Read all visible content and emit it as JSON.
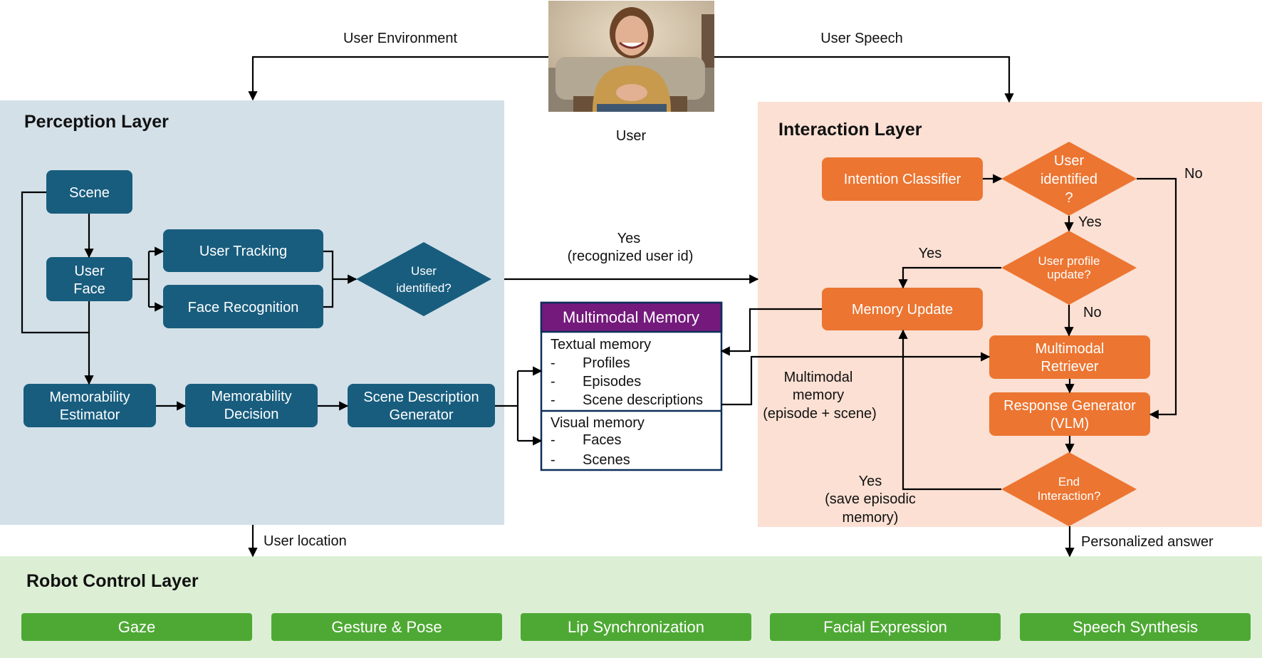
{
  "colors": {
    "perception_bg": "#d3e0e8",
    "interaction_bg": "#fbe0d3",
    "robot_bg": "#dcefd5",
    "perception_node": "#185d7e",
    "interaction_node": "#ec7531",
    "robot_node": "#4ea934",
    "memory_header": "#741a7c",
    "memory_border": "#0d2f5a"
  },
  "user": {
    "label": "User",
    "image_icon": "user-photo"
  },
  "edges": {
    "user_environment": "User Environment",
    "user_speech": "User Speech",
    "yes_recognized_1": "Yes",
    "yes_recognized_2": "(recognized user id)",
    "user_location": "User location",
    "personalized_answer": "Personalized answer",
    "no": "No",
    "yes_identified": "Yes",
    "yes_profile": "Yes",
    "no_profile": "No",
    "multimodal_1": "Multimodal",
    "multimodal_2": "memory",
    "multimodal_3": "(episode + scene)",
    "yes_end_1": "Yes",
    "yes_end_2": "(save episodic",
    "yes_end_3": "memory)"
  },
  "perception": {
    "title": "Perception Layer",
    "scene": "Scene",
    "user_face_1": "User",
    "user_face_2": "Face",
    "user_tracking": "User Tracking",
    "face_recognition": "Face Recognition",
    "identified_1": "User",
    "identified_2": "identified?",
    "estimator_1": "Memorability",
    "estimator_2": "Estimator",
    "decision_1": "Memorability",
    "decision_2": "Decision",
    "sdg_1": "Scene Description",
    "sdg_2": "Generator"
  },
  "memory": {
    "title": "Multimodal Memory",
    "textual_title": "Textual memory",
    "textual_items": [
      "Profiles",
      "Episodes",
      "Scene descriptions"
    ],
    "visual_title": "Visual memory",
    "visual_items": [
      "Faces",
      "Scenes"
    ],
    "bullet": "-"
  },
  "interaction": {
    "title": "Interaction Layer",
    "intention_classifier": "Intention Classifier",
    "identified_1": "User",
    "identified_2": "identified",
    "identified_3": "?",
    "profile_1": "User profile",
    "profile_2": "update?",
    "memory_update": "Memory Update",
    "retriever_1": "Multimodal",
    "retriever_2": "Retriever",
    "generator_1": "Response Generator",
    "generator_2": "(VLM)",
    "end_1": "End",
    "end_2": "Interaction?"
  },
  "robot": {
    "title": "Robot Control Layer",
    "modules": [
      "Gaze",
      "Gesture & Pose",
      "Lip Synchronization",
      "Facial Expression",
      "Speech Synthesis"
    ]
  }
}
